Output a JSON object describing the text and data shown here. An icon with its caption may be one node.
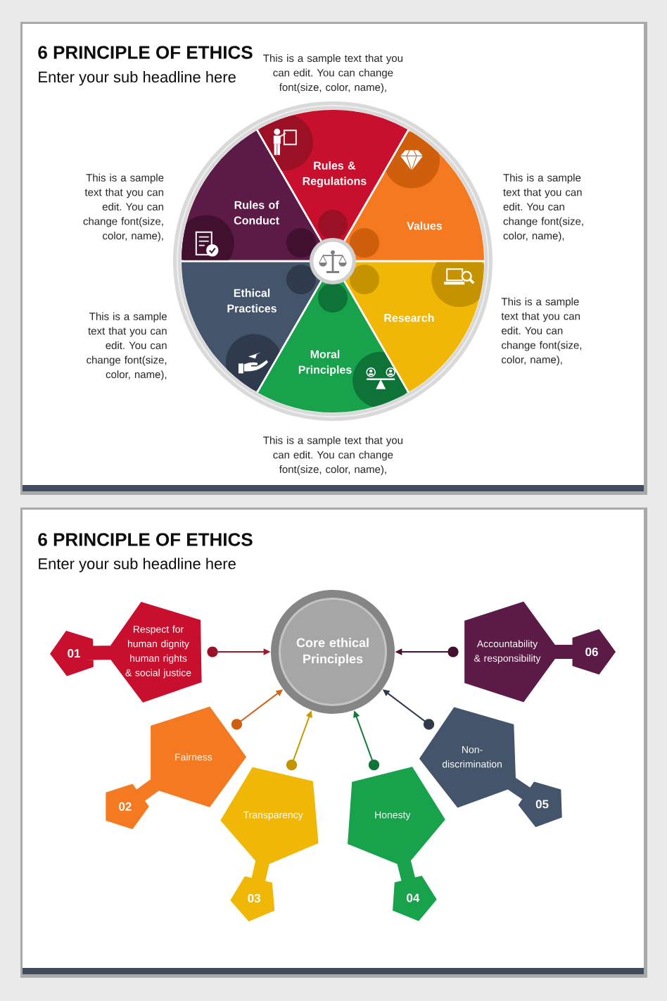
{
  "diagram": {
    "title": "6 PRINCIPLE OF ETHICS",
    "nodes": [
      {
        "text": [
          "Rules & Regulations"
        ],
        "beside": [
          "This is a sample text that you can edit. You can change font(size, color, name),"
        ]
      },
      {
        "text": [
          "Values"
        ],
        "beside": [
          "This is a sample text that you can edit. You can change font(size, color, name),"
        ]
      },
      {
        "text": [
          "Research"
        ],
        "beside": [
          "This is a sample text that you can edit. You can change font(size, color, name),"
        ]
      },
      {
        "text": [
          "Moral Principles"
        ],
        "beside": [
          "This is a sample text that you can edit. You can change font(size, color, name),"
        ]
      },
      {
        "text": [
          "Ethical Practices"
        ],
        "beside": [
          "This is a sample text that you can edit. You can change font(size, color, name),"
        ]
      },
      {
        "text": [
          "Rules of Conduct"
        ],
        "beside": [
          "This is a sample text that you can edit. You can change font(size, color, name),"
        ]
      },
      {
        "text": [
          "Core ethical Principles"
        ]
      },
      {
        "text": [
          "01",
          "Respect for human dignity human rights & social justice"
        ]
      },
      {
        "text": [
          "Fairness",
          "02"
        ]
      },
      {
        "text": [
          "Transparency",
          "03"
        ]
      },
      {
        "text": [
          "Honesty",
          "04"
        ]
      },
      {
        "text": [
          "Non-discrimination",
          "05"
        ]
      },
      {
        "text": [
          "Accountability & responsibility",
          "06"
        ]
      }
    ],
    "edges": [
      {
        "from": 7,
        "to": 6,
        "arrow": "to",
        "color": "#a01a2c"
      },
      {
        "from": 8,
        "to": 6,
        "arrow": "to",
        "color": "#d0641a"
      },
      {
        "from": 9,
        "to": 6,
        "arrow": "to",
        "color": "#c49a00"
      },
      {
        "from": 10,
        "to": 6,
        "arrow": "to",
        "color": "#127a3c"
      },
      {
        "from": 11,
        "to": 6,
        "arrow": "to",
        "color": "#2f3b4c"
      },
      {
        "from": 12,
        "to": 6,
        "arrow": "to",
        "color": "#4a1036"
      }
    ],
    "labels": [
      "Enter your sub headline here",
      "6 PRINCIPLE OF ETHICS",
      "Enter your sub headline here"
    ]
  }
}
